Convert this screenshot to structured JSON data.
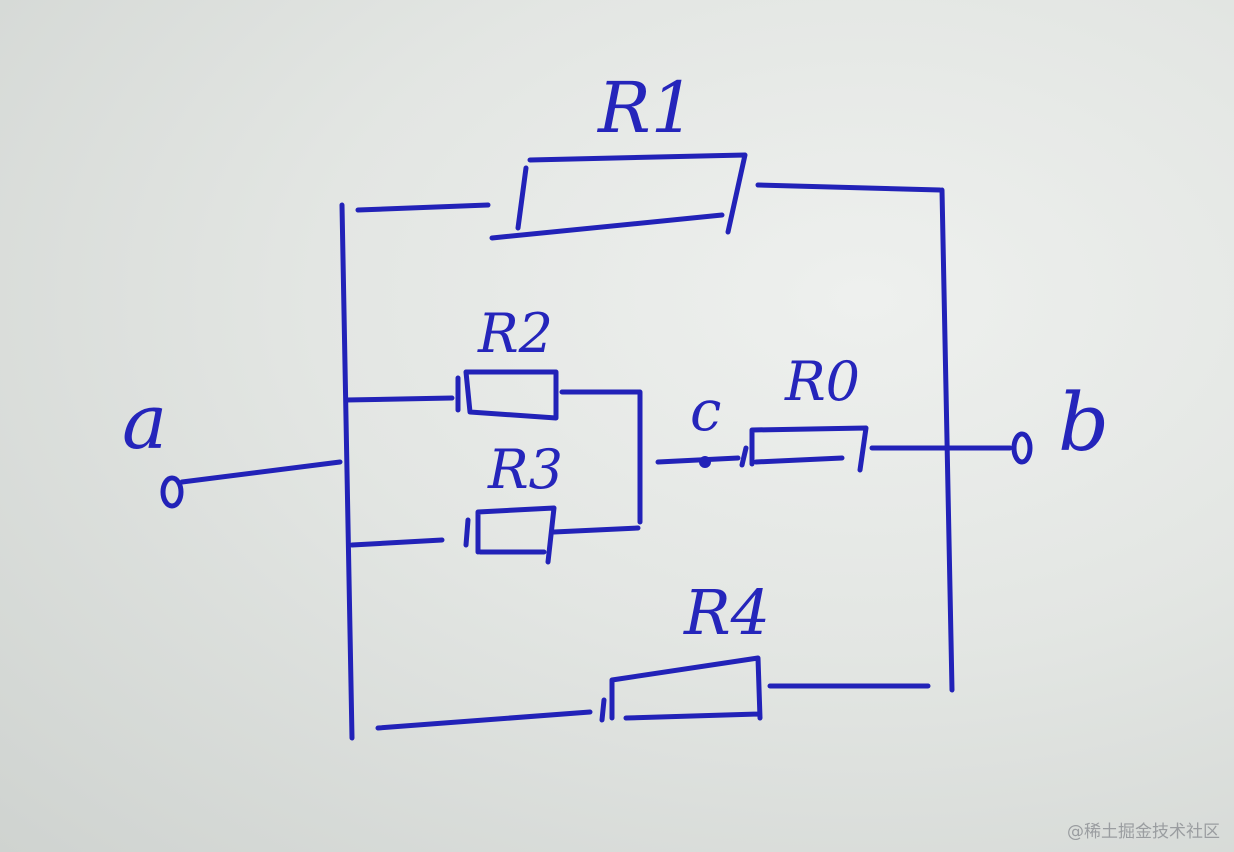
{
  "labels": {
    "a": "a",
    "b": "b",
    "c": "c",
    "r1": "R1",
    "r2": "R2",
    "r3": "R3",
    "r0": "R0",
    "r4": "R4"
  },
  "watermark": "@稀土掘金技术社区",
  "colors": {
    "ink": "#2222b8",
    "paper": "#e3e6e3"
  }
}
